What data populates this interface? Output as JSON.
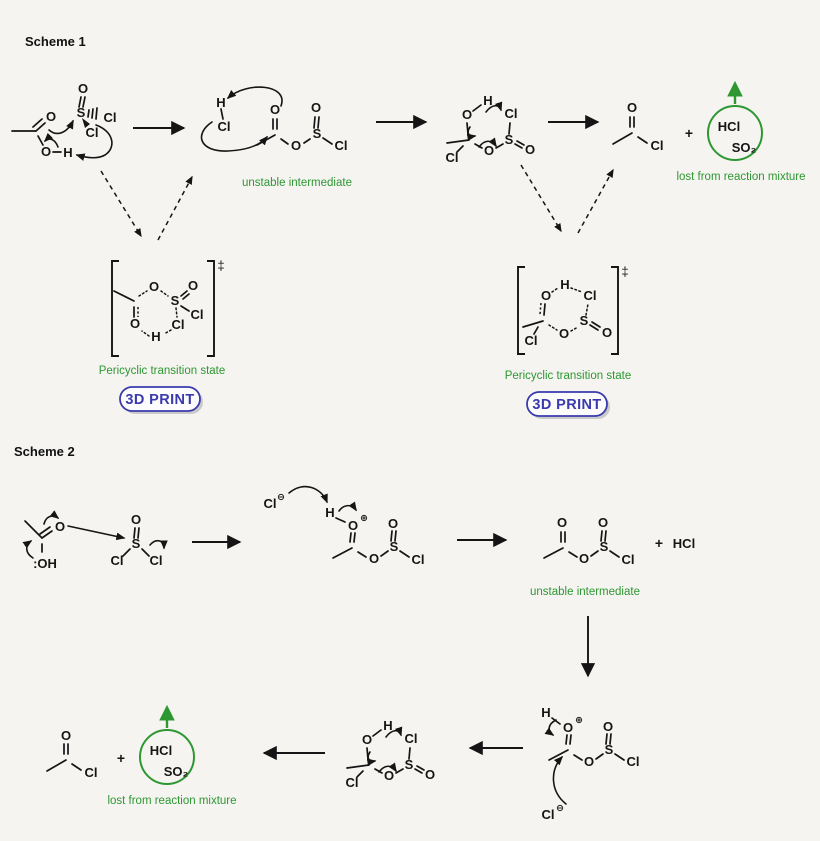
{
  "colors": {
    "background": "#f5f4f1",
    "ink": "#151515",
    "green": "#2e9732",
    "blue": "#3a3aae"
  },
  "sym": {
    "O": "O",
    "S": "S",
    "Cl": "Cl",
    "H": "H",
    "OH": ":OH",
    "HCl": "HCl",
    "SO2": "SO₂",
    "plus": "+",
    "dagger": "‡",
    "plus_charge": "⊕",
    "minus_charge": "⊖"
  },
  "scheme1": {
    "title": "Scheme 1",
    "labels": {
      "unstable": "unstable intermediate",
      "lost": "lost from reaction mixture",
      "pericyclic_left": "Pericyclic transition state",
      "pericyclic_right": "Pericyclic transition state",
      "print_left": "3D PRINT",
      "print_right": "3D PRINT"
    }
  },
  "scheme2": {
    "title": "Scheme 2",
    "labels": {
      "unstable": "unstable intermediate",
      "lost": "lost from reaction mixture"
    },
    "byproduct": "HCl"
  }
}
